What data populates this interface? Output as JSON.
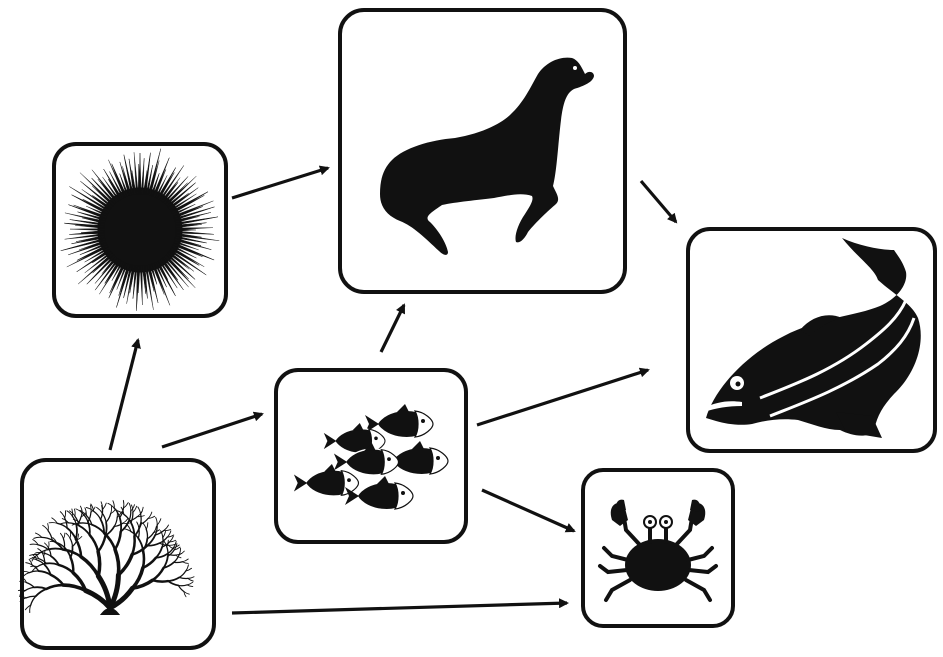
{
  "diagram": {
    "type": "food-web",
    "ink_color": "#111111",
    "background_color": "#ffffff",
    "nodes": [
      {
        "id": "sea-urchin",
        "icon": "sea-urchin-icon"
      },
      {
        "id": "sea-lion",
        "icon": "sea-lion-icon"
      },
      {
        "id": "large-fish",
        "icon": "large-fish-icon"
      },
      {
        "id": "small-fish-school",
        "icon": "small-fish-school-icon"
      },
      {
        "id": "kelp",
        "icon": "kelp-icon"
      },
      {
        "id": "crab",
        "icon": "crab-icon"
      }
    ],
    "edges": [
      {
        "from": "kelp",
        "to": "sea-urchin"
      },
      {
        "from": "kelp",
        "to": "small-fish-school"
      },
      {
        "from": "kelp",
        "to": "crab"
      },
      {
        "from": "sea-urchin",
        "to": "sea-lion"
      },
      {
        "from": "small-fish-school",
        "to": "sea-lion"
      },
      {
        "from": "small-fish-school",
        "to": "large-fish"
      },
      {
        "from": "small-fish-school",
        "to": "crab"
      },
      {
        "from": "sea-lion",
        "to": "large-fish"
      }
    ]
  }
}
